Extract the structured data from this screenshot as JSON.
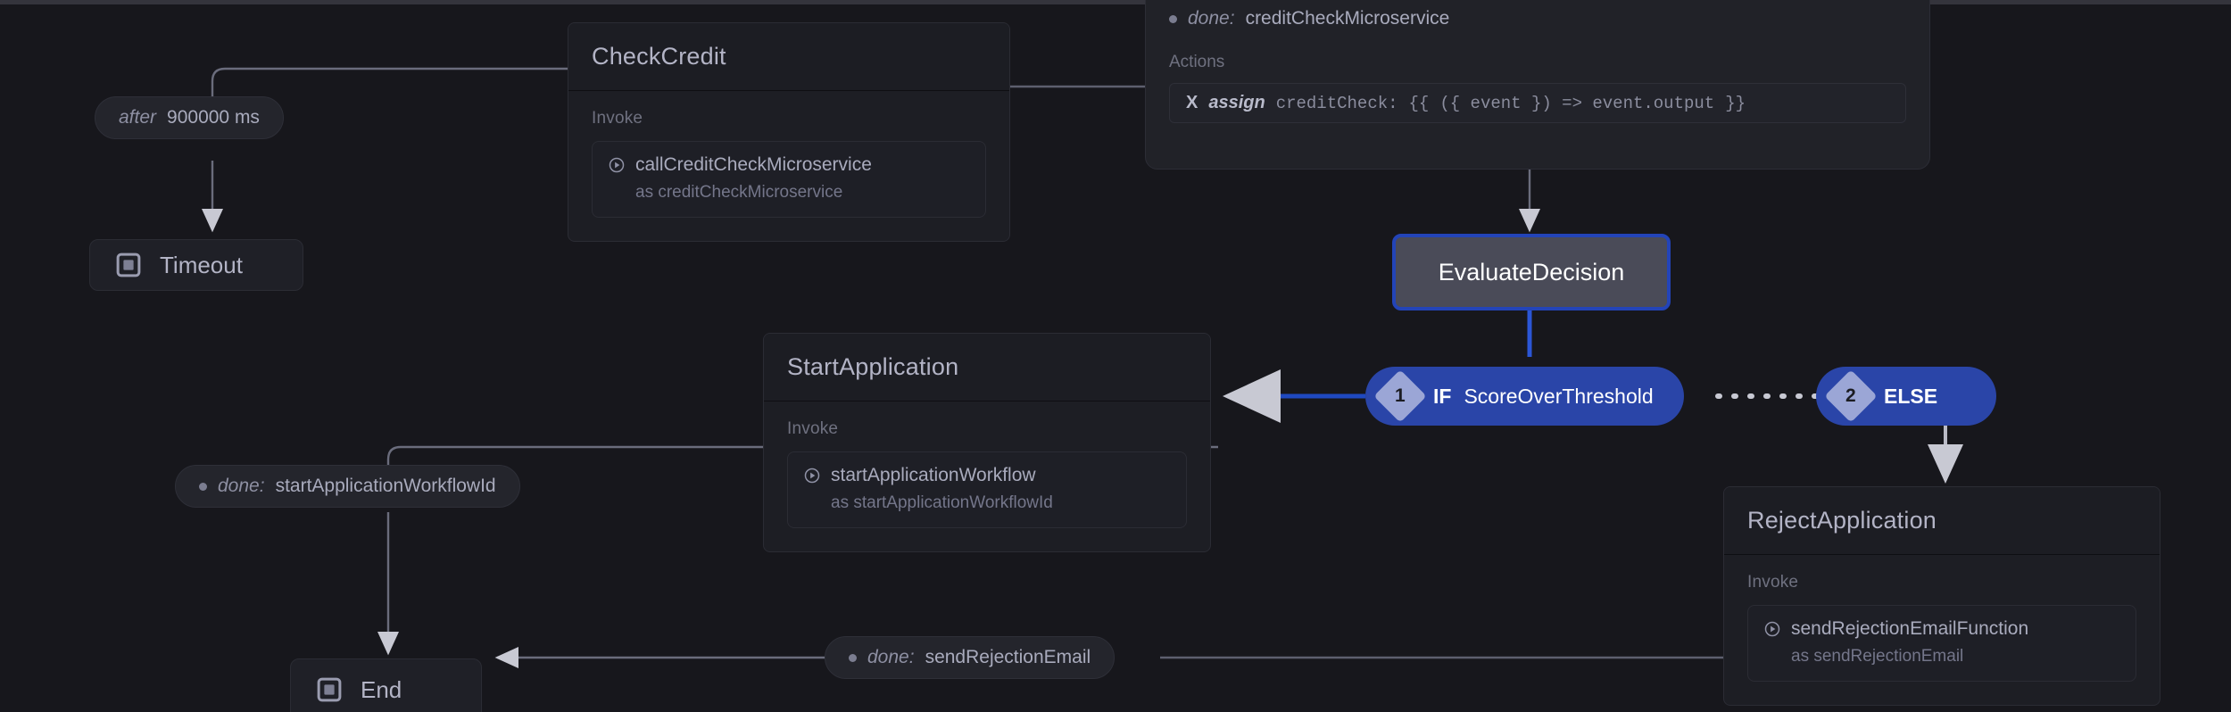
{
  "app": {
    "title": "Statechart Visualizer",
    "background": "#17171c",
    "accent": "#2a45a8",
    "selection": "#2344b8"
  },
  "states": {
    "check_credit": {
      "title": "CheckCredit",
      "invoke_label": "Invoke",
      "invoke_src": "callCreditCheckMicroservice",
      "invoke_as": "as creditCheckMicroservice",
      "play_icon": "play-circle-icon"
    },
    "start_application": {
      "title": "StartApplication",
      "invoke_label": "Invoke",
      "invoke_src": "startApplicationWorkflow",
      "invoke_as": "as startApplicationWorkflowId",
      "play_icon": "play-circle-icon"
    },
    "reject_application": {
      "title": "RejectApplication",
      "invoke_label": "Invoke",
      "invoke_src": "sendRejectionEmailFunction",
      "invoke_as": "as sendRejectionEmail",
      "play_icon": "play-circle-icon"
    }
  },
  "decision": {
    "label": "EvaluateDecision"
  },
  "branches": [
    {
      "index": "1",
      "keyword": "IF",
      "label": "ScoreOverThreshold"
    },
    {
      "index": "2",
      "keyword": "ELSE",
      "label": ""
    }
  ],
  "events": {
    "after_timeout": {
      "keyword": "after",
      "value": "900000 ms"
    },
    "done_credit_check": {
      "keyword": "done:",
      "value": "creditCheckMicroservice"
    },
    "done_start_application": {
      "keyword": "done:",
      "value": "startApplicationWorkflowId"
    },
    "done_send_rejection": {
      "keyword": "done:",
      "value": "sendRejectionEmail"
    }
  },
  "actions_group": {
    "label": "Actions",
    "items": [
      {
        "icon": "x-icon",
        "keyword": "assign",
        "target": "creditCheck: ",
        "open_braces": "{{ ",
        "expression": "({ event }) => event.output",
        "close_braces": " }}"
      }
    ]
  },
  "final_states": {
    "timeout": {
      "label": "Timeout",
      "icon": "final-state-icon"
    },
    "end": {
      "label": "End",
      "icon": "final-state-icon"
    }
  }
}
